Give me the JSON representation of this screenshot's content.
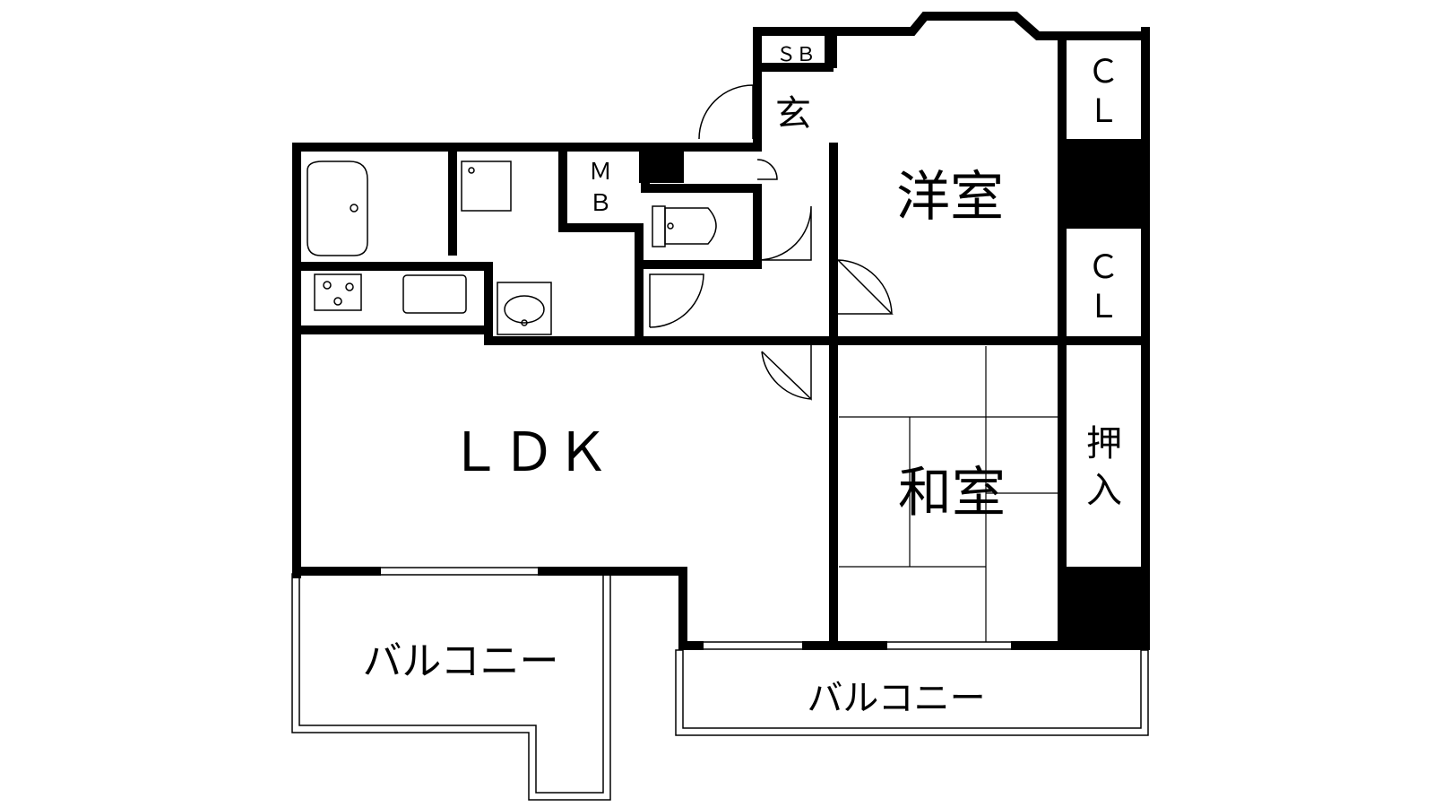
{
  "floorplan": {
    "rooms": {
      "ldk": "ＬＤＫ",
      "western_room": "洋室",
      "japanese_room": "和室",
      "balcony_left": "バルコニー",
      "balcony_bottom": "バルコニー",
      "entrance": "玄",
      "shoe_box": "ＳＢ",
      "closet_upper_c": "Ｃ",
      "closet_upper_l": "Ｌ",
      "closet_lower_c": "Ｃ",
      "closet_lower_l": "Ｌ",
      "oshiire_1": "押",
      "oshiire_2": "入",
      "mb_1": "Ｍ",
      "mb_2": "Ｂ"
    },
    "colors": {
      "wall": "#000000",
      "background": "#ffffff"
    }
  }
}
